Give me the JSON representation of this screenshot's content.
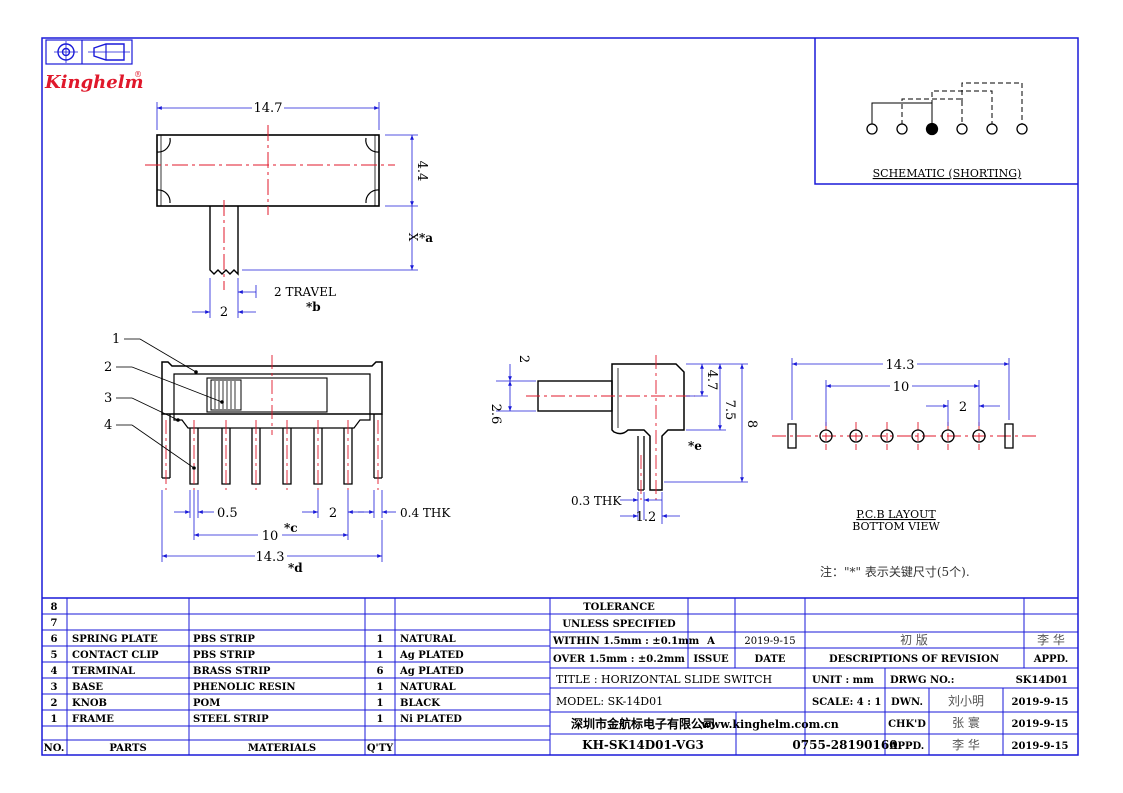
{
  "colors": {
    "frame": "#1a1ad8",
    "outline": "#000000",
    "centerline": "#e0182b",
    "dimension": "#1a1ad8",
    "logo": "#e0182b"
  },
  "brand": {
    "logo_text": "Kinghelm",
    "registered_mark": "®"
  },
  "icons": [
    "projection-circle-icon",
    "projection-cone-icon"
  ],
  "top_view": {
    "dim_length": "14.7",
    "dim_height": "4.4",
    "dim_x_label": "X",
    "dim_x_note": "*a",
    "dim_knob": "2",
    "dim_travel": "2 TRAVEL",
    "dim_travel_note": "*b"
  },
  "side_view": {
    "callouts": [
      "1",
      "2",
      "3",
      "4"
    ],
    "dim_pin": "0.5",
    "dim_pitch": "2",
    "dim_thk": "0.4 THK",
    "dim_10": "10",
    "dim_10_note": "*c",
    "dim_14_3": "14.3",
    "dim_14_3_note": "*d"
  },
  "end_view": {
    "dim_2": "2",
    "dim_2_6": "2.6",
    "dim_4_7": "4.7",
    "dim_7_5": "7.5",
    "dim_8": "8",
    "dim_e_note": "*e",
    "dim_thk": "0.3 THK",
    "dim_1_2": "1.2"
  },
  "pcb": {
    "dim_14_3": "14.3",
    "dim_10": "10",
    "dim_2": "2",
    "label_line1": "P.C.B LAYOUT",
    "label_line2": "BOTTOM VIEW"
  },
  "schematic": {
    "label": "SCHEMATIC (SHORTING)"
  },
  "note": "注：\"*\" 表示关键尺寸(5个).",
  "bom": {
    "header": {
      "no": "NO.",
      "parts": "PARTS",
      "materials": "MATERIALS",
      "qty": "Q'TY"
    },
    "rows": [
      {
        "no": "8",
        "part": "",
        "material": "",
        "qty": "",
        "finish": ""
      },
      {
        "no": "7",
        "part": "",
        "material": "",
        "qty": "",
        "finish": ""
      },
      {
        "no": "6",
        "part": "SPRING PLATE",
        "material": "PBS STRIP",
        "qty": "1",
        "finish": "NATURAL"
      },
      {
        "no": "5",
        "part": "CONTACT CLIP",
        "material": "PBS STRIP",
        "qty": "1",
        "finish": "Ag PLATED"
      },
      {
        "no": "4",
        "part": "TERMINAL",
        "material": "BRASS STRIP",
        "qty": "6",
        "finish": "Ag PLATED"
      },
      {
        "no": "3",
        "part": "BASE",
        "material": "PHENOLIC RESIN",
        "qty": "1",
        "finish": "NATURAL"
      },
      {
        "no": "2",
        "part": "KNOB",
        "material": "POM",
        "qty": "1",
        "finish": "BLACK"
      },
      {
        "no": "1",
        "part": "FRAME",
        "material": "STEEL STRIP",
        "qty": "1",
        "finish": "Ni PLATED"
      }
    ]
  },
  "title_block": {
    "tolerance_1": "TOLERANCE",
    "tolerance_2": "UNLESS SPECIFIED",
    "within": "WITHIN 1.5mm : ±0.1mm",
    "over": "OVER 1.5mm : ±0.2mm",
    "issue_value": "A",
    "issue_label": "ISSUE",
    "date_value": "2019-9-15",
    "date_label": "DATE",
    "revision_desc": "初    版",
    "revision_by": "李 华",
    "desc_label": "DESCRIPTIONS OF REVISION",
    "appd_label": "APPD.",
    "title": "TITLE :  HORIZONTAL SLIDE SWITCH",
    "unit": "UNIT :  mm",
    "drwg_label": "DRWG NO.:",
    "drwg_value": "SK14D01",
    "model": "MODEL:  SK-14D01",
    "scale": "SCALE: 4 : 1",
    "dwn_label": "DWN.",
    "dwn_name": "刘小明",
    "dwn_date": "2019-9-15",
    "company": "深圳市金航标电子有限公司",
    "website": "www.kinghelm.com.cn",
    "chkd_label": "CHK'D",
    "chkd_name": "张 寰",
    "chkd_date": "2019-9-15",
    "part_no": "KH-SK14D01-VG3",
    "phone": "0755-28190160",
    "appd2_label": "APPD.",
    "appd_name": "李 华",
    "appd_date": "2019-9-15"
  }
}
